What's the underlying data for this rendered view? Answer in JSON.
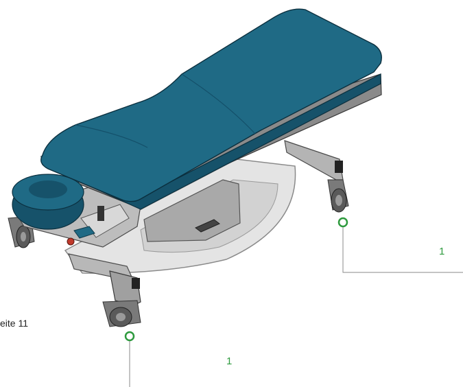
{
  "side_text": "eite 11",
  "callouts": [
    {
      "label": "1"
    },
    {
      "label": "1"
    }
  ],
  "colors": {
    "pad": "#1f6a85",
    "pad_dark": "#16526a",
    "frame": "#9a9a9a",
    "frame_dark": "#4a4a4a",
    "base_plate": "#e2e2e2",
    "callout": "#2e9a3e"
  }
}
